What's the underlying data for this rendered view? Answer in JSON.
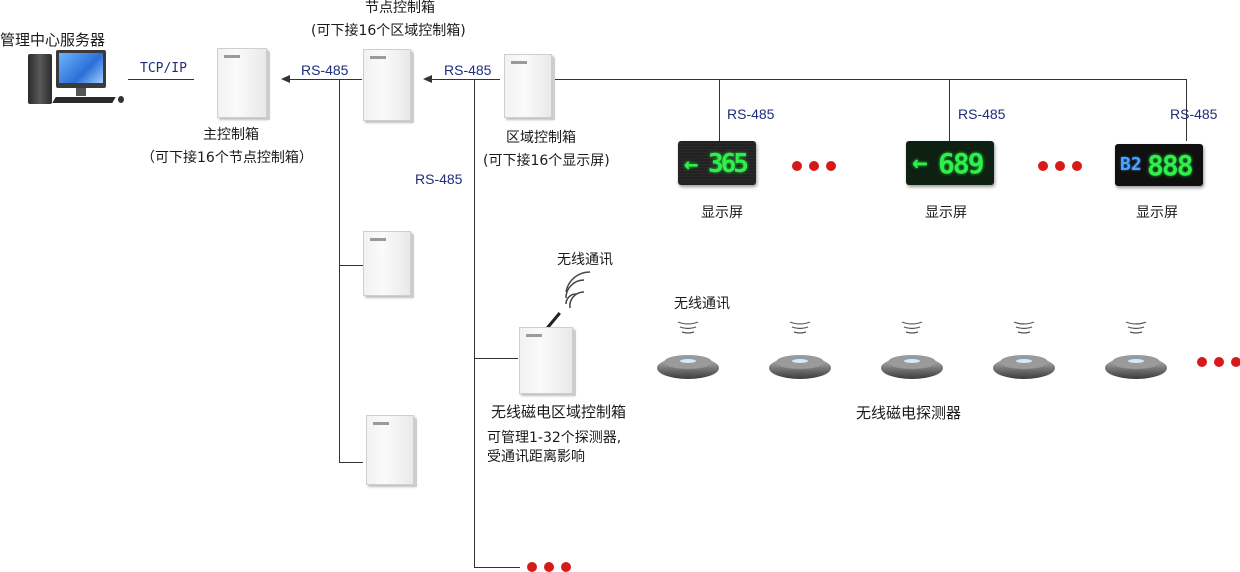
{
  "server": {
    "label": "管理中心服务器"
  },
  "link_tcp": "TCP/IP",
  "main_box": {
    "title": "主控制箱",
    "sub": "（可下接16个节点控制箱）"
  },
  "node_box": {
    "title": "节点控制箱",
    "sub": "(可下接16个区域控制箱)"
  },
  "area_box": {
    "title": "区域控制箱",
    "sub": "(可下接16个显示屏)"
  },
  "rs485": "RS-485",
  "displays": [
    {
      "text": "365",
      "label": "显示屏"
    },
    {
      "text": "689",
      "label": "显示屏"
    },
    {
      "prefix": "B2",
      "text": "888",
      "label": "显示屏"
    }
  ],
  "wireless_label_top": "无线通讯",
  "wireless_label_sensors": "无线通讯",
  "wireless_box": {
    "title": "无线磁电区域控制箱",
    "note1": "可管理1-32个探测器,",
    "note2": "受通讯距离影响"
  },
  "sensors_label": "无线磁电探测器",
  "colors": {
    "dots": "#d61a1a",
    "rs_text": "#1f2d7a",
    "led": "#2ef04b"
  }
}
